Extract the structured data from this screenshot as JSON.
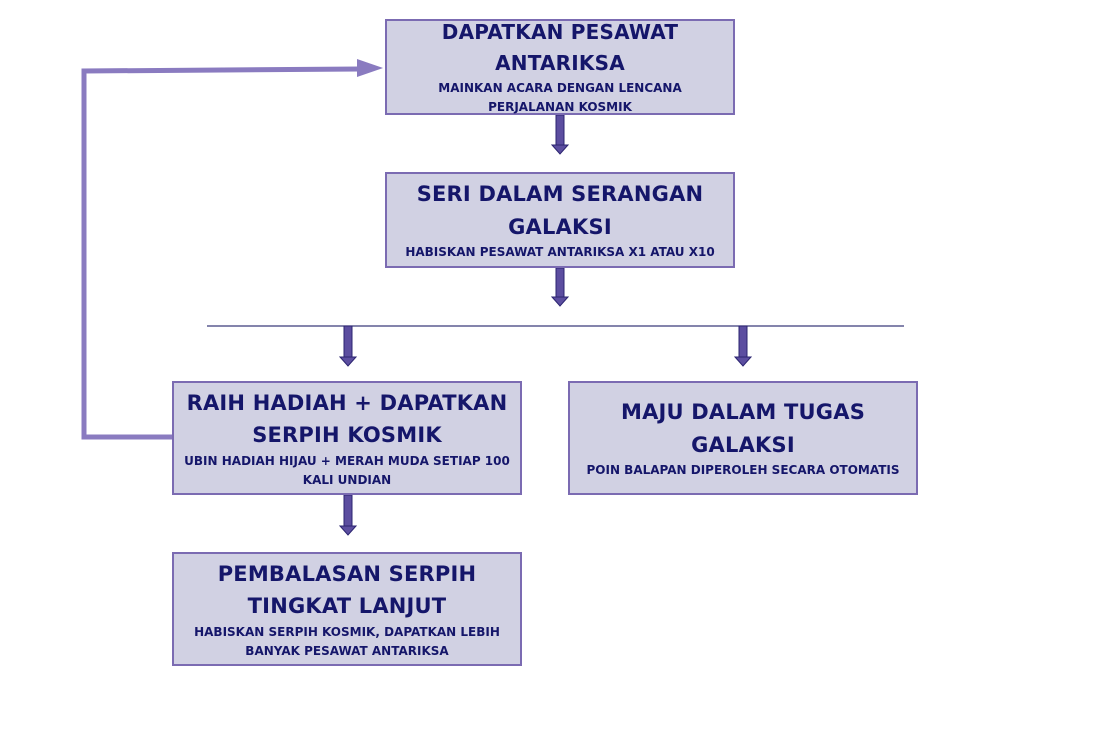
{
  "colors": {
    "node_fill": "#d1d1e3",
    "node_border": "#7b6bb2",
    "text": "#15166a",
    "arrow_fill": "#5c4ea0",
    "arrow_stroke": "#2b2470",
    "loop_line": "#8a7bc0",
    "divider_line": "#3a3a7a"
  },
  "nodes": [
    {
      "title": "Dapatkan Pesawat Antariksa",
      "subtitle": "Mainkan Acara dengan Lencana Perjalanan Kosmik"
    },
    {
      "title": "Seri dalam Serangan Galaksi",
      "subtitle": "Habiskan Pesawat Antariksa x1 atau x10"
    },
    {
      "title": "Raih Hadiah + Dapatkan Serpih Kosmik",
      "subtitle": "Ubin hadiah hijau + merah muda setiap 100 kali undian"
    },
    {
      "title": "Maju dalam Tugas Galaksi",
      "subtitle": "Poin balapan diperoleh secara otomatis"
    },
    {
      "title": "Pembalasan Serpih Tingkat Lanjut",
      "subtitle": "Habiskan Serpih Kosmik, dapatkan lebih banyak Pesawat Antariksa"
    }
  ],
  "edges": [
    {
      "from": "Dapatkan Pesawat Antariksa",
      "to": "Seri dalam Serangan Galaksi"
    },
    {
      "from": "Seri dalam Serangan Galaksi",
      "to": "Raih Hadiah + Dapatkan Serpih Kosmik"
    },
    {
      "from": "Seri dalam Serangan Galaksi",
      "to": "Maju dalam Tugas Galaksi"
    },
    {
      "from": "Raih Hadiah + Dapatkan Serpih Kosmik",
      "to": "Pembalasan Serpih Tingkat Lanjut"
    },
    {
      "from": "Raih Hadiah + Dapatkan Serpih Kosmik",
      "to": "Dapatkan Pesawat Antariksa"
    }
  ]
}
